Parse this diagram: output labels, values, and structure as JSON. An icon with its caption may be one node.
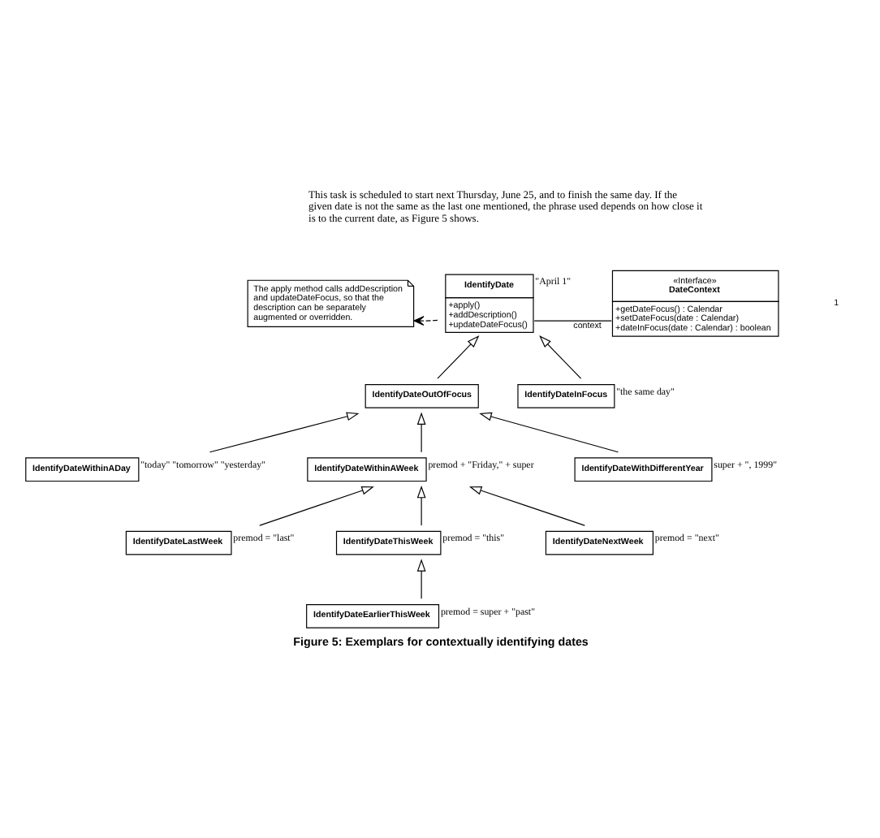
{
  "diagram": {
    "caption": "Figure 5: Exemplars for contextually identifying dates",
    "nodes": [
      {
        "text": [
          "The apply method calls addDescription and updateDateFocus, so that the description can be separately augmented or overridden."
        ]
      },
      {
        "text": [
          "IdentifyDate",
          "+apply()",
          "+addDescription()",
          "+updateDateFocus()"
        ],
        "beside": [
          "\"April 1\""
        ]
      },
      {
        "text": [
          "«Interface»",
          "DateContext",
          "+getDateFocus() : Calendar",
          "+setDateFocus(date : Calendar)",
          "+dateInFocus(date : Calendar) : boolean"
        ]
      },
      {
        "text": [
          "IdentifyDateOutOfFocus"
        ]
      },
      {
        "text": [
          "IdentifyDateInFocus"
        ],
        "beside": [
          "\"the same day\""
        ]
      },
      {
        "text": [
          "IdentifyDateWithinADay"
        ],
        "beside": [
          "\"today\" \"tomorrow\" \"yesterday\""
        ]
      },
      {
        "text": [
          "IdentifyDateWithinAWeek"
        ],
        "beside": [
          "premod + \"Friday,\" + super"
        ]
      },
      {
        "text": [
          "IdentifyDateWithDifferentYear"
        ],
        "beside": [
          "super + \", 1999\""
        ]
      },
      {
        "text": [
          "IdentifyDateLastWeek"
        ],
        "beside": [
          "premod = \"last\""
        ]
      },
      {
        "text": [
          "IdentifyDateThisWeek"
        ],
        "beside": [
          "premod = \"this\""
        ]
      },
      {
        "text": [
          "IdentifyDateNextWeek"
        ],
        "beside": [
          "premod = \"next\""
        ]
      },
      {
        "text": [
          "IdentifyDateEarlierThisWeek"
        ],
        "beside": [
          "premod = super + \"past\""
        ]
      }
    ],
    "edges": [
      {
        "from": 1,
        "to": 0,
        "arrow": "to",
        "style": "dashed"
      },
      {
        "from": 1,
        "to": 2,
        "arrow": "none",
        "label": "context"
      },
      {
        "from": 3,
        "to": 1,
        "arrow": "to"
      },
      {
        "from": 4,
        "to": 1,
        "arrow": "to"
      },
      {
        "from": 5,
        "to": 3,
        "arrow": "to"
      },
      {
        "from": 6,
        "to": 3,
        "arrow": "to"
      },
      {
        "from": 7,
        "to": 3,
        "arrow": "to"
      },
      {
        "from": 8,
        "to": 6,
        "arrow": "to"
      },
      {
        "from": 9,
        "to": 6,
        "arrow": "to"
      },
      {
        "from": 10,
        "to": 6,
        "arrow": "to"
      },
      {
        "from": 11,
        "to": 9,
        "arrow": "to"
      }
    ],
    "labels": [
      "This task is scheduled to start next Thursday, June 25, and to finish the same day. If the given date is not the same as the last one mentioned, the phrase used depends on how close it is to the current date, as Figure 5 shows.",
      "1"
    ]
  }
}
